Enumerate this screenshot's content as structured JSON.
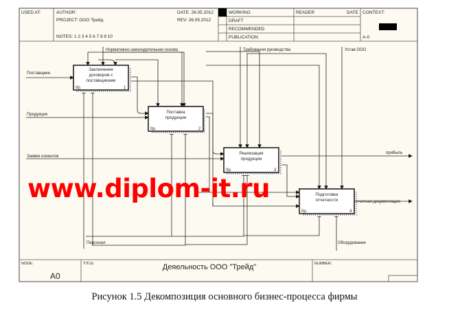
{
  "header": {
    "used_at": "USED AT:",
    "author": "AUTHOR:",
    "project": "PROJECT:  ООО Трейд",
    "notes": "NOTES:  1  2  3  4  5  6  7  8  9  10",
    "date": "DATE:  26.05.2012",
    "rev": "REV:    26.05.2012",
    "statuses": [
      "WORKING",
      "DRAFT",
      "RECOMMENDED",
      "PUBLICATION"
    ],
    "reader": "READER",
    "reader_date": "DATE",
    "context": "CONTEXT:",
    "context_node": "A-0"
  },
  "boxes": [
    {
      "title": [
        "Заключение",
        "договоров с",
        "поставщиками"
      ],
      "cost": "0р.",
      "num": "1"
    },
    {
      "title": [
        "Поставка",
        "продукции"
      ],
      "cost": "0р.",
      "num": "2"
    },
    {
      "title": [
        "Реализация",
        "продукции"
      ],
      "cost": "0р.",
      "num": "3"
    },
    {
      "title": [
        "Подготовка",
        "отчетности"
      ],
      "cost": "0р.",
      "num": "4"
    }
  ],
  "arrows": {
    "inputs": [
      "Поставщики",
      "Продукция",
      "Заявки клиентов"
    ],
    "controls": [
      "Нормативно-законодательная основа",
      "Требования руководства",
      "Устав ООО"
    ],
    "outputs": [
      "прибыль",
      "отчетная документация"
    ],
    "mechanisms": [
      "Персонал",
      "Оборудование"
    ]
  },
  "footer": {
    "node_label": "NODE:",
    "node": "A0",
    "title_label": "TITLE:",
    "title": "Деяельность  ООО \"Трейд\"",
    "number_label": "NUMBER:"
  },
  "watermark": "www.diplom-it.ru",
  "caption": "Рисунок 1.5  Декомпозиция основного бизнес-процесса фирмы"
}
